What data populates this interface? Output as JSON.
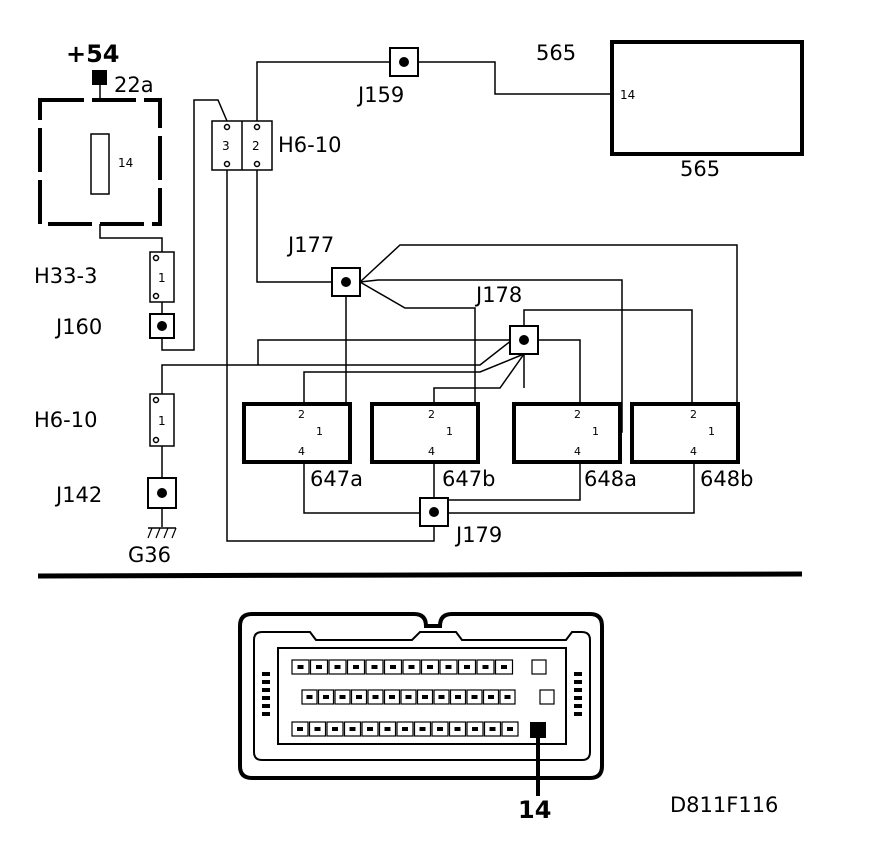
{
  "labels": {
    "plus54": "+54",
    "t22a": "22a",
    "relay_pin": "14",
    "h33": "H33-3",
    "h33_pin": "1",
    "j160": "J160",
    "h610_top": "H6-10",
    "h610_pin3": "3",
    "h610_pin2": "2",
    "j159": "J159",
    "c565_top": "565",
    "c565_bottom": "565",
    "c565_pin": "14",
    "j177": "J177",
    "j178": "J178",
    "h610_left": "H6-10",
    "h610_left_pin": "1",
    "j142": "J142",
    "g36": "G36",
    "j179": "J179",
    "inj": [
      {
        "name": "647a",
        "p2": "2",
        "p1": "1",
        "p4": "4"
      },
      {
        "name": "647b",
        "p2": "2",
        "p1": "1",
        "p4": "4"
      },
      {
        "name": "648a",
        "p2": "2",
        "p1": "1",
        "p4": "4"
      },
      {
        "name": "648b",
        "p2": "2",
        "p1": "1",
        "p4": "4"
      }
    ],
    "pin_callout": "14",
    "figure_code": "D811F116"
  }
}
